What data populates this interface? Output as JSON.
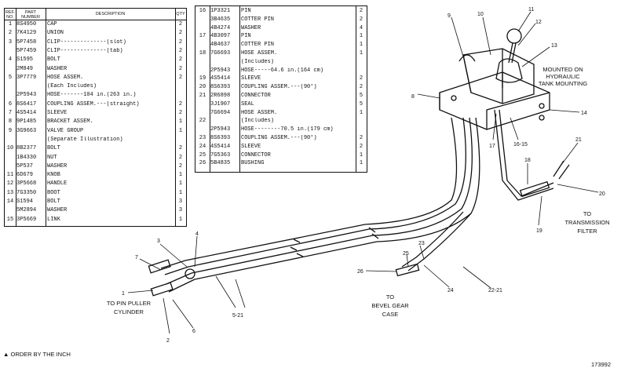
{
  "left_table": {
    "headers": {
      "ref": "REF. NO.",
      "part": "PART NUMBER",
      "desc": "DESCRIPTION",
      "qty": "QTY"
    },
    "rows": [
      {
        "ref": "1",
        "part": "8S4950",
        "desc": "CAP",
        "qty": "2"
      },
      {
        "ref": "2",
        "part": "7K4129",
        "desc": "UNION",
        "qty": "2"
      },
      {
        "ref": "3",
        "part": "5P7458",
        "desc": "CLIP--------------(slot)",
        "qty": "2"
      },
      {
        "ref": "",
        "part": "5P7459",
        "desc": "CLIP--------------(tab)",
        "qty": "2"
      },
      {
        "ref": "4",
        "part": "S1595",
        "desc": "BOLT",
        "qty": "2"
      },
      {
        "ref": "",
        "part": "2M849",
        "desc": "WASHER",
        "qty": "2"
      },
      {
        "ref": "5",
        "part": "3P7779",
        "desc": "HOSE ASSEM.",
        "qty": "2"
      },
      {
        "ref": "",
        "part": "",
        "desc": "(Each Includes)",
        "qty": ""
      },
      {
        "ref": "",
        "part": "2P5943",
        "desc": "HOSE-------104 in.(263 in.)",
        "qty": ""
      },
      {
        "ref": "6",
        "part": "8S6417",
        "desc": "COUPLING ASSEM.---(straight)",
        "qty": "2"
      },
      {
        "ref": "7",
        "part": "4S5414",
        "desc": "SLEEVE",
        "qty": "2"
      },
      {
        "ref": "8",
        "part": "9P1485",
        "desc": "BRACKET ASSEM.",
        "qty": "1"
      },
      {
        "ref": "9",
        "part": "3G9663",
        "desc": "VALVE GROUP",
        "qty": "1"
      },
      {
        "ref": "",
        "part": "",
        "desc": "(Separate Illustration)",
        "qty": ""
      },
      {
        "ref": "10",
        "part": "8B2377",
        "desc": "BOLT",
        "qty": "2"
      },
      {
        "ref": "",
        "part": "1B4330",
        "desc": "NUT",
        "qty": "2"
      },
      {
        "ref": "",
        "part": "5P537",
        "desc": "WASHER",
        "qty": "2"
      },
      {
        "ref": "11",
        "part": "6D679",
        "desc": "KNOB",
        "qty": "1"
      },
      {
        "ref": "12",
        "part": "3P5668",
        "desc": "HANDLE",
        "qty": "1"
      },
      {
        "ref": "13",
        "part": "7G3350",
        "desc": "BOOT",
        "qty": "1"
      },
      {
        "ref": "14",
        "part": "S1594",
        "desc": "BOLT",
        "qty": "3"
      },
      {
        "ref": "",
        "part": "5M2894",
        "desc": "WASHER",
        "qty": "3"
      },
      {
        "ref": "15",
        "part": "3P5669",
        "desc": "LINK",
        "qty": "1"
      }
    ]
  },
  "right_table": {
    "rows": [
      {
        "ref": "16",
        "part": "1P3321",
        "desc": "PIN",
        "qty": "2"
      },
      {
        "ref": "",
        "part": "3B4635",
        "desc": "COTTER PIN",
        "qty": "2"
      },
      {
        "ref": "",
        "part": "4B4274",
        "desc": "WASHER",
        "qty": "4"
      },
      {
        "ref": "17",
        "part": "4B3097",
        "desc": "PIN",
        "qty": "1"
      },
      {
        "ref": "",
        "part": "4B4637",
        "desc": "COTTER PIN",
        "qty": "1"
      },
      {
        "ref": "18",
        "part": "7G6693",
        "desc": "HOSE ASSEM.",
        "qty": "1"
      },
      {
        "ref": "",
        "part": "",
        "desc": "(Includes)",
        "qty": ""
      },
      {
        "ref": "",
        "part": "2P5943",
        "desc": "HOSE-----64.6 in.(164 cm)",
        "qty": ""
      },
      {
        "ref": "19",
        "part": "4S5414",
        "desc": "SLEEVE",
        "qty": "2"
      },
      {
        "ref": "20",
        "part": "8S6393",
        "desc": "COUPLING ASSEM.---(90°)",
        "qty": "2"
      },
      {
        "ref": "21",
        "part": "2R6898",
        "desc": "CONNECTOR",
        "qty": "5"
      },
      {
        "ref": "",
        "part": "3J1907",
        "desc": "SEAL",
        "qty": "5"
      },
      {
        "ref": "",
        "part": "7G6694",
        "desc": "HOSE ASSEM.",
        "qty": "1"
      },
      {
        "ref": "22",
        "part": "",
        "desc": "(Includes)",
        "qty": ""
      },
      {
        "ref": "",
        "part": "2P5943",
        "desc": "HOSE--------70.5 in.(179 cm)",
        "qty": ""
      },
      {
        "ref": "23",
        "part": "8S6393",
        "desc": "COUPLING ASSEM.---(90°)",
        "qty": "2"
      },
      {
        "ref": "24",
        "part": "4S5414",
        "desc": "SLEEVE",
        "qty": "2"
      },
      {
        "ref": "25",
        "part": "7G5363",
        "desc": "CONNECTOR",
        "qty": "1"
      },
      {
        "ref": "26",
        "part": "5B4835",
        "desc": "BUSHING",
        "qty": "1"
      }
    ]
  },
  "callouts": {
    "n1": "1",
    "n2": "2",
    "n3": "3",
    "n4": "4",
    "n5": "5-21",
    "n6": "6",
    "n7": "7",
    "n8": "8",
    "n9": "9",
    "n10": "10",
    "n11": "11",
    "n12": "12",
    "n13": "13",
    "n14": "14",
    "n15": "16-15",
    "n17": "17",
    "n18": "18",
    "n19": "19",
    "n20": "20",
    "n21": "21",
    "n22": "22-21",
    "n23": "23",
    "n24": "24",
    "n25": "25",
    "n26": "26"
  },
  "labels": {
    "mounted": [
      "MOUNTED ON",
      "HYDRAULIC",
      "TANK MOUNTING"
    ],
    "transmission": [
      "TO",
      "TRANSMISSION",
      "FILTER"
    ],
    "pin_puller": [
      "TO PIN PULLER",
      "CYLINDER"
    ],
    "bevel": [
      "TO",
      "BEVEL GEAR",
      "CASE"
    ],
    "order": "ORDER BY THE INCH",
    "figure_no": "173992"
  }
}
